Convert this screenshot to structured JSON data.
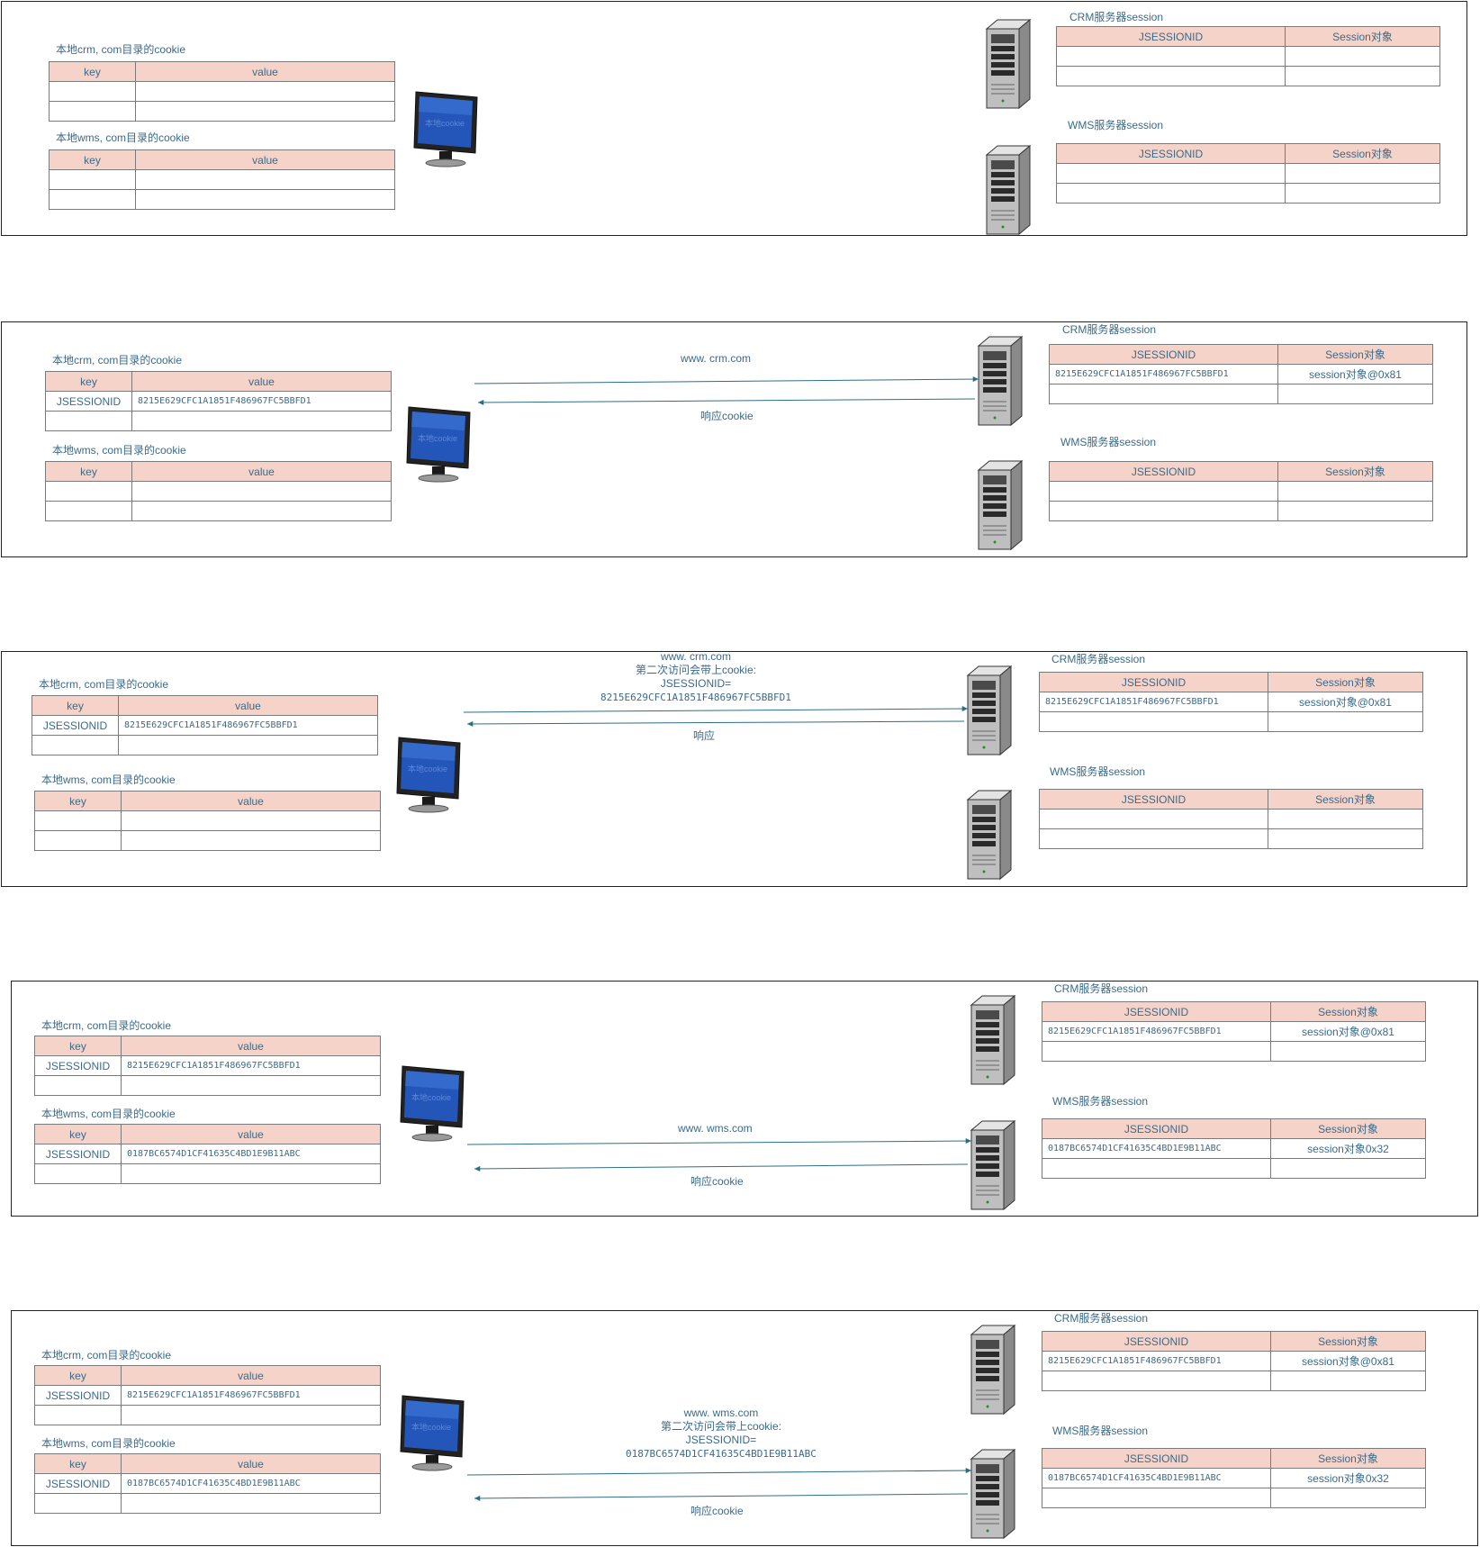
{
  "labels": {
    "crm_cookie": "本地crm, com目录的cookie",
    "wms_cookie": "本地wms, com目录的cookie",
    "crm_session": "CRM服务器session",
    "wms_session": "WMS服务器session",
    "monitor_text": "本地cookie"
  },
  "headers": {
    "key": "key",
    "value": "value",
    "jsessionid": "JSESSIONID",
    "session_obj": "Session对象"
  },
  "values": {
    "row_key": "JSESSIONID",
    "crm_id": "8215E629CFC1A1851F486967FC5BBFD1",
    "wms_id": "0187BC6574D1CF41635C4BD1E9B11ABC",
    "crm_obj": "session对象@0x81",
    "wms_obj": "session对象0x32"
  },
  "arrows": {
    "p2_req": "www. crm.com",
    "p2_resp": "响应cookie",
    "p3_req": [
      "www. crm.com",
      "第二次访问会带上cookie:",
      "JSESSIONID=",
      "8215E629CFC1A1851F486967FC5BBFD1"
    ],
    "p3_resp": "响应",
    "p4_req": "www. wms.com",
    "p4_resp": "响应cookie",
    "p5_req": [
      "www. wms.com",
      "第二次访问会带上cookie:",
      "JSESSIONID=",
      "0187BC6574D1CF41635C4BD1E9B11ABC"
    ],
    "p5_resp": "响应cookie"
  },
  "icons": {
    "monitor": "computer-monitor-icon",
    "server": "server-tower-icon"
  },
  "colors": {
    "header_fill": "#f6d3c8",
    "text": "#3b6a8a",
    "arrow": "#2b6f84",
    "border": "#222222"
  }
}
